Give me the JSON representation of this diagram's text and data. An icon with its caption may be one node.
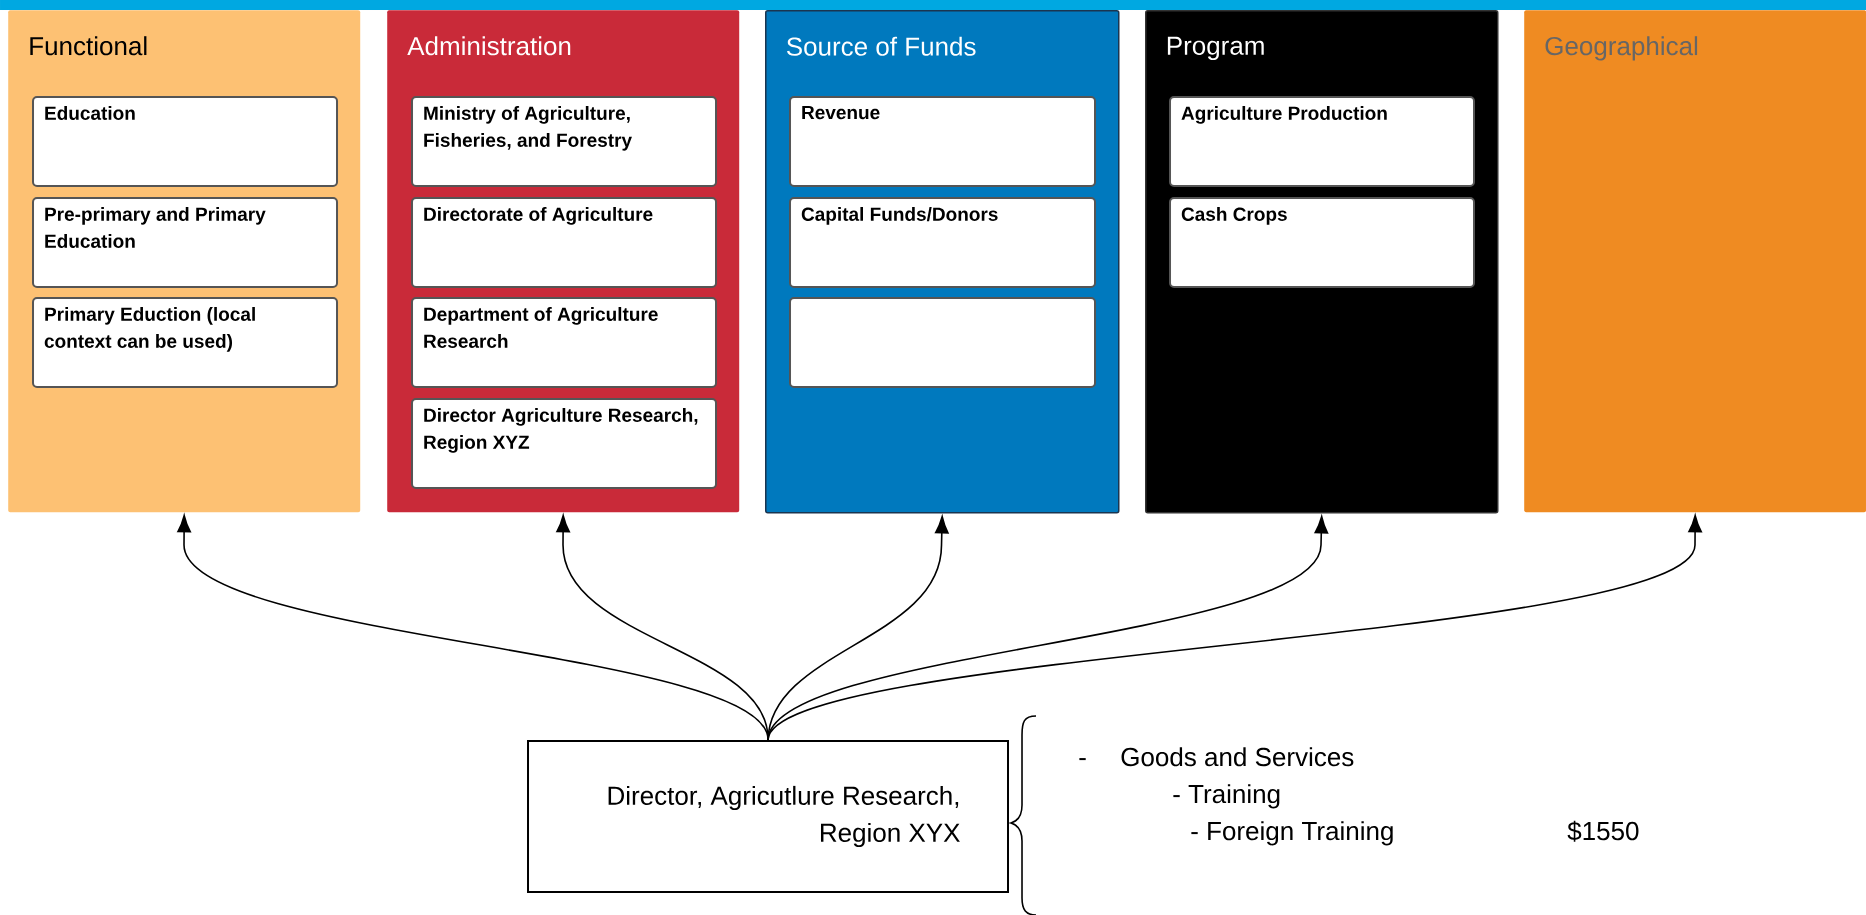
{
  "diagram": {
    "nodes": [
      {
        "text": [
          "Functional"
        ]
      },
      {
        "text": [
          "Education"
        ],
        "in": 0
      },
      {
        "text": [
          "Pre-primary and Primary Education"
        ],
        "in": 0
      },
      {
        "text": [
          "Primary Eduction (local context can be used)"
        ],
        "in": 0
      },
      {
        "text": [
          "Administration"
        ]
      },
      {
        "text": [
          "Ministry of Agriculture, Fisheries, and Forestry"
        ],
        "in": 4
      },
      {
        "text": [
          "Directorate of Agriculture"
        ],
        "in": 4
      },
      {
        "text": [
          "Department of Agriculture Research"
        ],
        "in": 4
      },
      {
        "text": [
          "Director Agriculture Research, Region XYZ"
        ],
        "in": 4
      },
      {
        "text": [
          "Source of Funds"
        ]
      },
      {
        "text": [
          "Revenue"
        ],
        "in": 9
      },
      {
        "text": [
          "Capital Funds/Donors"
        ],
        "in": 9
      },
      {
        "text": [],
        "shape": "box",
        "in": 9
      },
      {
        "text": [
          "Program"
        ]
      },
      {
        "text": [
          "Agriculture Production"
        ],
        "in": 13
      },
      {
        "text": [
          "Cash Crops"
        ],
        "in": 13
      },
      {
        "text": [
          "Geographical"
        ]
      },
      {
        "text": [
          "Director, Agricutlure Research, Region XYX"
        ]
      }
    ],
    "edges": [
      {
        "from": 17,
        "to": 0,
        "arrow": "to"
      },
      {
        "from": 17,
        "to": 4,
        "arrow": "to"
      },
      {
        "from": 17,
        "to": 9,
        "arrow": "to"
      },
      {
        "from": 17,
        "to": 13,
        "arrow": "to"
      },
      {
        "from": 17,
        "to": 16,
        "arrow": "to"
      }
    ],
    "labels": [
      "-",
      "Goods and Services",
      "- Training",
      "- Foreign Training",
      "$1550"
    ]
  }
}
